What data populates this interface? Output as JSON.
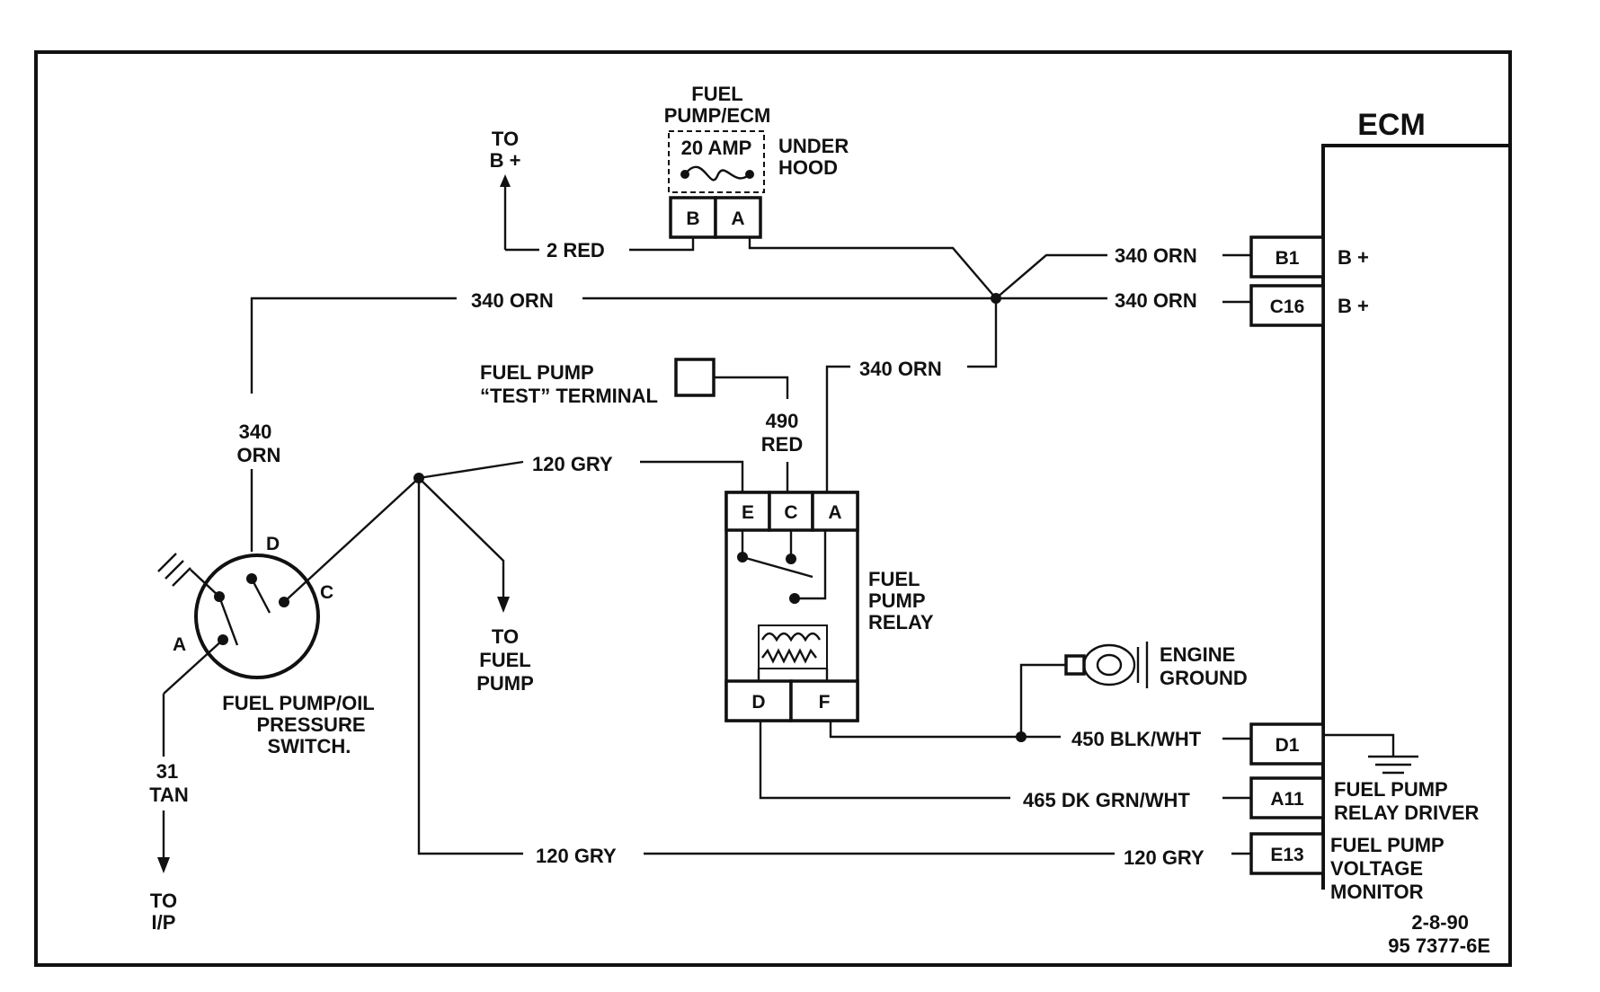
{
  "fuse": {
    "title1": "FUEL",
    "title2": "PUMP/ECM",
    "rating": "20 AMP",
    "loc1": "UNDER",
    "loc2": "HOOD",
    "pinB": "B",
    "pinA": "A"
  },
  "b_plus": {
    "l1": "TO",
    "l2": "B +"
  },
  "ecm": {
    "title": "ECM",
    "bplus1": "B +",
    "bplus2": "B +",
    "pins": {
      "b1": "B1",
      "c16": "C16",
      "d1": "D1",
      "a11": "A11",
      "e13": "E13"
    },
    "relay_driver_l1": "FUEL PUMP",
    "relay_driver_l2": "RELAY DRIVER",
    "voltage_monitor_l1": "FUEL PUMP",
    "voltage_monitor_l2": "VOLTAGE",
    "voltage_monitor_l3": "MONITOR"
  },
  "wires": {
    "red2": "2 RED",
    "orn_b1": "340 ORN",
    "orn_c16": "340 ORN",
    "orn_top": "340 ORN",
    "orn_relay": "340 ORN",
    "orn_sw1": "340",
    "orn_sw2": "ORN",
    "red490_1": "490",
    "red490_2": "RED",
    "gry_relay": "120 GRY",
    "gry_bottom": "120 GRY",
    "gry_ecm": "120 GRY",
    "blk_wht": "450 BLK/WHT",
    "dkgrn_wht": "465 DK GRN/WHT",
    "tan1": "31",
    "tan2": "TAN"
  },
  "test_terminal": {
    "l1": "FUEL PUMP",
    "l2": "“TEST” TERMINAL"
  },
  "relay": {
    "l1": "FUEL",
    "l2": "PUMP",
    "l3": "RELAY",
    "pinE": "E",
    "pinC": "C",
    "pinA": "A",
    "pinD": "D",
    "pinF": "F"
  },
  "switch": {
    "l1": "FUEL PUMP/OIL",
    "l2": "PRESSURE",
    "l3": "SWITCH.",
    "pinA": "A",
    "pinC": "C",
    "pinD": "D"
  },
  "to_fuel_pump": {
    "l1": "TO",
    "l2": "FUEL",
    "l3": "PUMP"
  },
  "to_ip": {
    "l1": "TO",
    "l2": "I/P"
  },
  "ground": {
    "l1": "ENGINE",
    "l2": "GROUND"
  },
  "footer": {
    "date": "2-8-90",
    "code": "95 7377-6E"
  }
}
